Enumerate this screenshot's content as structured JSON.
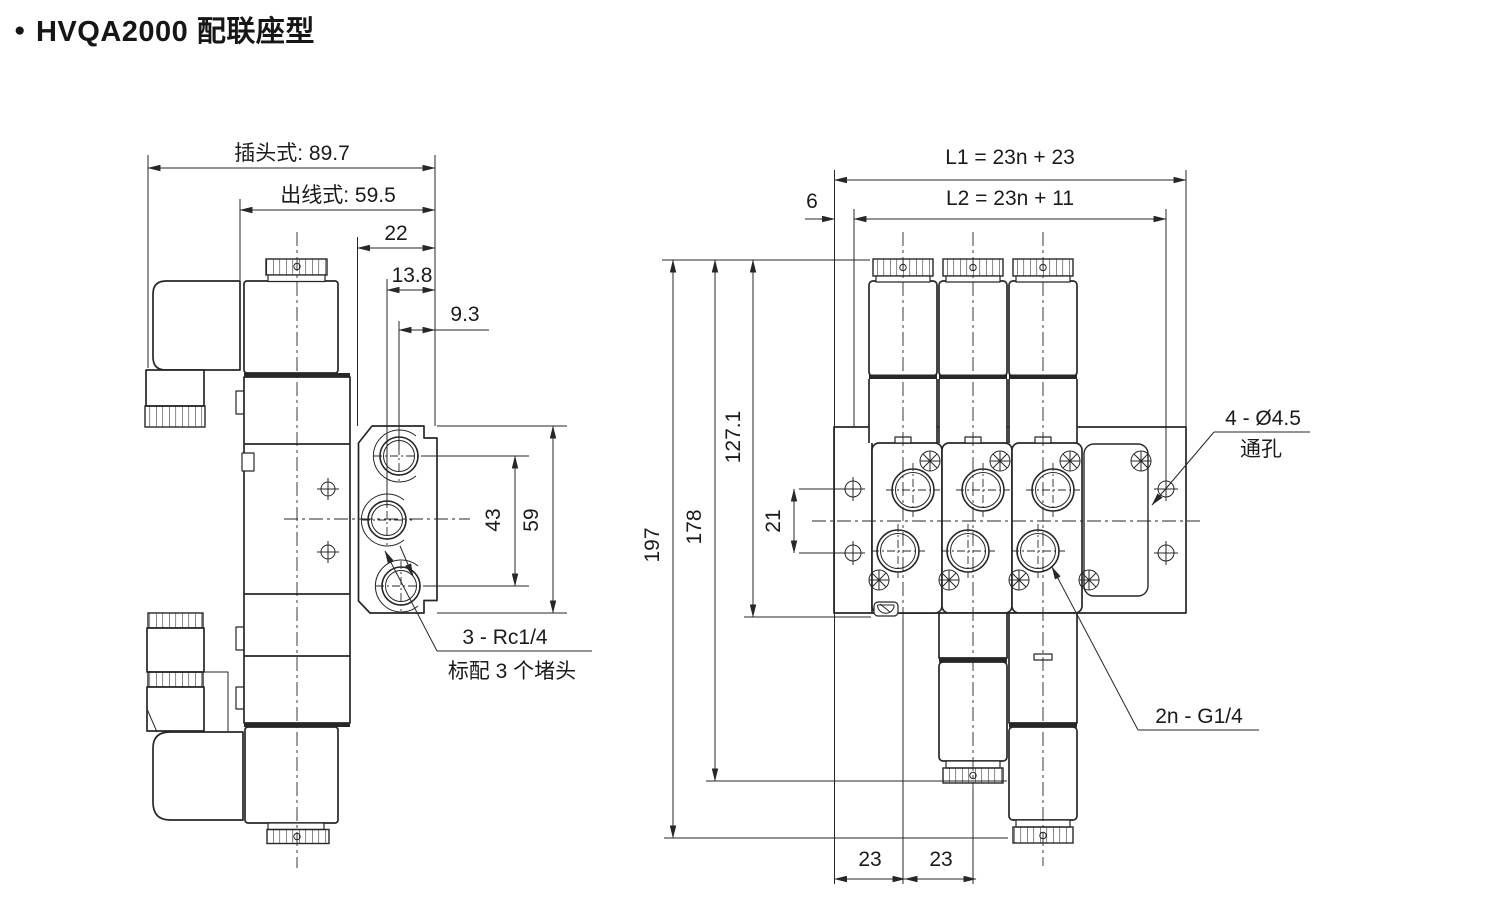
{
  "title": {
    "bullet": "●",
    "text": "HVQA2000 配联座型"
  },
  "left_view": {
    "dims": {
      "plug": "插头式: 89.7",
      "cable": "出线式: 59.5",
      "w22": "22",
      "w13_8": "13.8",
      "w9_3": "9.3",
      "h43": "43",
      "h59": "59"
    },
    "labels": {
      "ports": "3 - Rc1/4",
      "ports_note": "标配 3 个堵头"
    }
  },
  "right_view": {
    "dims": {
      "l1": "L1 = 23n + 23",
      "l2": "L2 = 23n + 11",
      "w6": "6",
      "h197": "197",
      "h178": "178",
      "h127_1": "127.1",
      "h21": "21",
      "p23a": "23",
      "p23b": "23"
    },
    "labels": {
      "holes": "4 - Ø4.5",
      "holes_note": "通孔",
      "ports": "2n - G1/4"
    }
  }
}
